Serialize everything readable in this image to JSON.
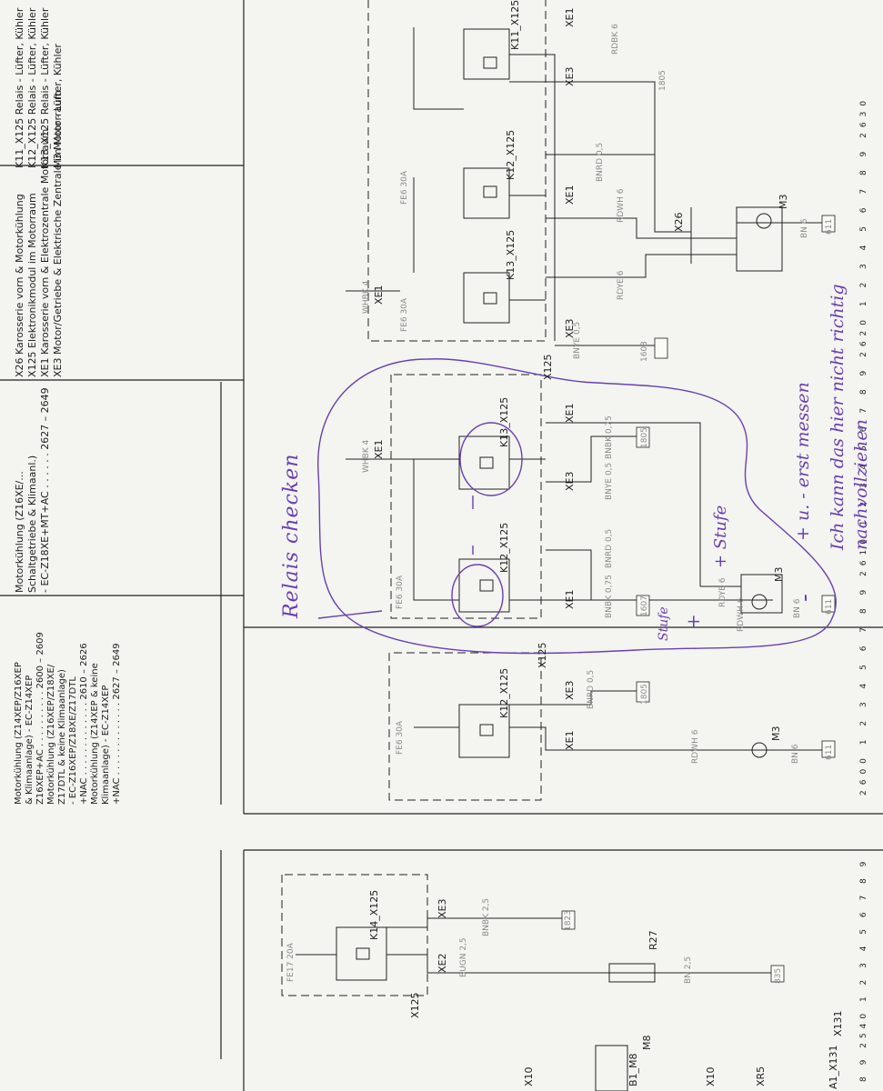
{
  "legend_right": [
    "K11_X125 Relais - Lüfter, Kühler",
    "K12_X125 Relais - Lüfter, Kühler",
    "K13_X125 Relais - Lüfter, Kühler",
    "M3 Motor - Lüfter, Kühler"
  ],
  "legend_mid": [
    "X26 Karosserie vorn & Motorkühlung",
    "X125 Elektronikmodul im Motorraum",
    "XE1 Karosserie vorn & Elektrozentrale Motorraum",
    "XE3 Motor/Getriebe & Elektrische Zentrale im Motorraum"
  ],
  "legend_left_top": [
    "Motorkühlung (Z16XE/...",
    "Schaltgetriebe & Klimaanl.)",
    "- EC-Z18XE+MT+AC . . . . . . 2627 – 2649"
  ],
  "legend_left_bottom": [
    "Motorkühlung (Z14XEP/Z16XEP",
    "& Klimaanlage) - EC-Z14XEP",
    "Z16XEP+AC . . . . . . . . . . 2600 – 2609",
    "Motorkühlung (Z16XEP/Z18XE/",
    "Z17DTL & keine Klimaanlage)",
    "- EC-Z16XEP/Z18XE/Z17DTL",
    "+NAC . . . . . . . . . . . . . 2610 – 2626",
    "Motorkühlung (Z14XEP & keine",
    "Klimaanlage) - EC-Z14XEP",
    "+NAC . . . . . . . . . . . . . 2627 – 2649"
  ],
  "scale_left": "2600 1 2 3 4 5 6 7 8 9 2610 1 2 3 4 5 6 7 8 9 2620 1 2 3 4 5 6 7 8 9 2630",
  "scale_right": "8 9 2540 1 2 3 4 5 6 7 8 9",
  "labels": {
    "k11": "K11_X125",
    "k12": "K12_X125",
    "k13": "K13_X125",
    "k14": "K14_X125",
    "xe1": "XE1",
    "xe2": "XE2",
    "xe3": "XE3",
    "x26": "X26",
    "x125": "X125",
    "m3": "M3",
    "m8": "M8",
    "b1m8": "B1_M8",
    "r27": "R27",
    "x10": "X10",
    "x131": "X131",
    "a1x131": "A1_X131",
    "xr5": "XR5",
    "fe6": "FE6 30A",
    "fe17": "FE17 20A",
    "w1": "RDWH 6",
    "w2": "BN 6",
    "w3": "BNRD 0,5",
    "w4": "BNYE 0,5",
    "w5": "RDYE 6",
    "w6": "WHBK 4",
    "w7": "BNBK 0,75",
    "w8": "RDBK 6",
    "w9": "BUGN 2,5",
    "w10": "BN 2,5",
    "w11": "BNBK 2,5",
    "t1": "1603",
    "t2": "1805",
    "t3": "611",
    "t4": "1607",
    "t5": "1823",
    "t6": "835"
  },
  "handwriting": {
    "relais": "Relais checken",
    "stufe_plus": "+ Stufe",
    "stufe_small": "Stufe",
    "plus": "+",
    "minus": "-",
    "messen": "+ u. - erst messen",
    "note": "Ich kann das hier nicht richtig nachvollziehen"
  },
  "colors": {
    "ink": "#1e1e1e",
    "pen": "#6a3fb0",
    "paper": "#f4f4f0"
  }
}
